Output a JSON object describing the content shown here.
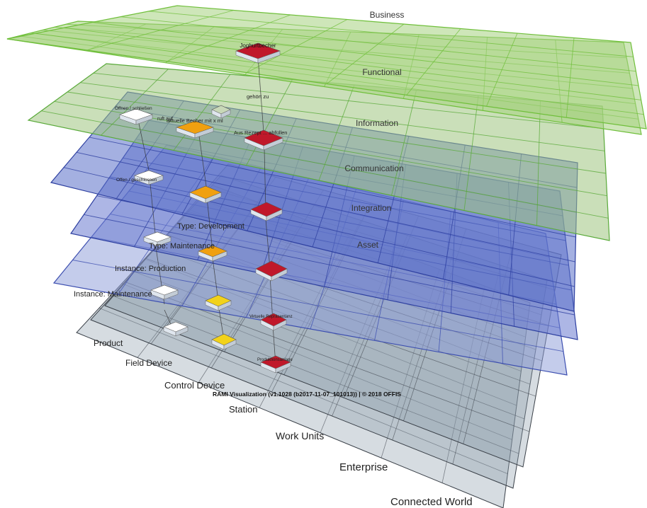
{
  "layers": [
    {
      "key": "business",
      "label": "Business",
      "fill": "#a6d17f",
      "stroke": "#6fbf3a",
      "opacity": 0.55
    },
    {
      "key": "functional",
      "label": "Functional",
      "fill": "#a6d17f",
      "stroke": "#6fbf3a",
      "opacity": 0.55
    },
    {
      "key": "information",
      "label": "Information",
      "fill": "#9fc480",
      "stroke": "#5aaa3a",
      "opacity": 0.55
    },
    {
      "key": "communication",
      "label": "Communication",
      "fill": "#5a6fc8",
      "stroke": "#2d3fa0",
      "opacity": 0.55
    },
    {
      "key": "integration",
      "label": "Integration",
      "fill": "#6a7ad0",
      "stroke": "#2d3fa0",
      "opacity": 0.55
    },
    {
      "key": "asset",
      "label": "Asset",
      "fill": "#8a9ad8",
      "stroke": "#3d4fb0",
      "opacity": 0.5
    }
  ],
  "lifecycle_labels": [
    "Type: Development",
    "Type: Maintenance",
    "Instance: Production",
    "Instance: Maintenance"
  ],
  "hierarchy_labels": [
    "Product",
    "Field Device",
    "Control Device",
    "Station",
    "Work Units",
    "Enterprise",
    "Connected World"
  ],
  "node_labels": {
    "joghurtbecher": "Joghurtbecher",
    "gehoert_zu": "gehört zu",
    "oeffnen_schliessen": "Öffnen / schließen",
    "ruft_auf": "ruft auf",
    "aktuelle_becher": "aktuelle Becher mit x ml",
    "aus_rezept": "Aus Rezept ... abfüllen",
    "offen_geschlossen": "Offen / geschlossen",
    "virtuelle_repraesentanz": "Virtuelle Repräsentanz",
    "produktionsanlage": "Produktionsanlage"
  },
  "footer": "RAMI Visualization (v1.1028 (b2017-11-07_101013)) | © 2018 OFFIS",
  "colors": {
    "card_red": "#c0182a",
    "card_orange": "#f0a010",
    "card_yellow": "#f2d21a",
    "card_white": "#ffffff",
    "grid_gray": "#8a9aa8"
  }
}
